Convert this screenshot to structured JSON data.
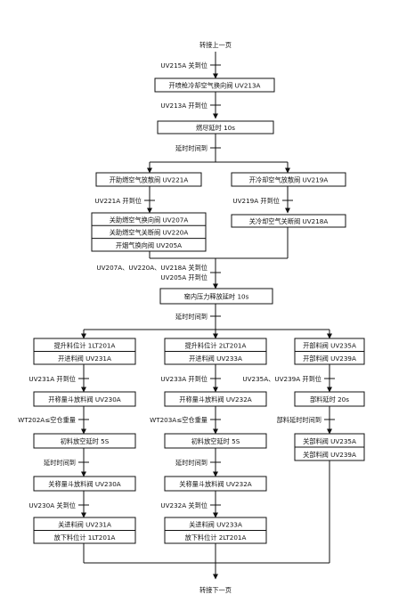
{
  "top_connector": "转接上一页",
  "bottom_connector": "转接下一页",
  "steps": {
    "open_cold_gun_valve": "开喷枪冷却空气换向阀 UV213A",
    "burner_delay": "燃尽延时 10s",
    "open_aux_valve": "开助燃空气放散阀 UV221A",
    "open_cooling_vent": "开冷却空气放散阀 UV219A",
    "close_group": [
      "关助燃空气换向阀 UV207A",
      "关助燃空气关断阀 UV220A",
      "开烟气换向阀 UV205A"
    ],
    "close_cooling_cutoff": "关冷却空气关断阀 UV218A",
    "pressure_release": "窑内压力释放延时 10s",
    "lift_1": [
      "提升料位计 1LT201A",
      "开进料阀 UV231A"
    ],
    "lift_2": [
      "提升料位计 2LT201A",
      "开进料阀 UV233A"
    ],
    "open_dist": [
      "开部料阀 UV235A",
      "开部料阀 UV239A"
    ],
    "open_weigh_1": "开称量斗放料阀 UV230A",
    "open_weigh_2": "开称量斗放料阀 UV232A",
    "dist_delay": "部料延时 20s",
    "vent_1": "初料放空延时 5S",
    "vent_2": "初料放空延时 5S",
    "close_dist": [
      "关部料阀 UV235A",
      "关部料阀 UV239A"
    ],
    "close_weigh_1": "关称量斗放料阀 UV230A",
    "close_weigh_2": "关称量斗放料阀 UV232A",
    "final_1": [
      "关进料阀 UV231A",
      "放下料位计 1LT201A"
    ],
    "final_2": [
      "关进料阀 UV233A",
      "放下料位计 2LT201A"
    ]
  },
  "conditions": {
    "uv215_closed": "UV215A 关到位",
    "uv213_open": "UV213A 开到位",
    "delay_reached_1": "延时时间到",
    "uv221_open": "UV221A 开到位",
    "uv219_open": "UV219A 开到位",
    "combined": [
      "UV207A、UV220A、UV218A 关到位",
      "UV205A 开到位"
    ],
    "delay_reached_2": "延时时间到",
    "uv231_open": "UV231A 开到位",
    "uv233_open": "UV233A 开到位",
    "uv235_239_open": "UV235A、UV239A 开到位",
    "wt202_empty": "WT202A≤空仓重量",
    "wt203_empty": "WT203A≤空仓重量",
    "dist_delay_reached": "部料延时时间到",
    "delay_reached_3": "延时时间到",
    "delay_reached_4": "延时时间到",
    "uv230_closed": "UV230A 关到位",
    "uv232_closed": "UV232A 关到位"
  }
}
